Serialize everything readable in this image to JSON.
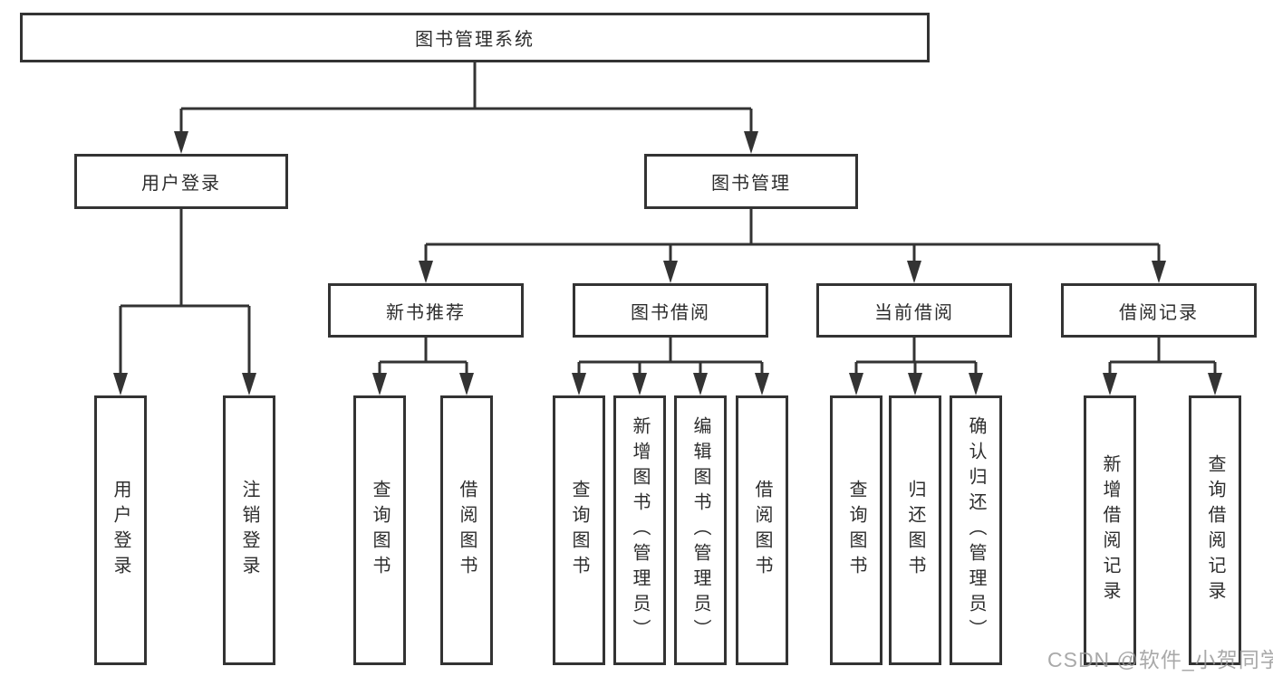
{
  "colors": {
    "line": "#333333",
    "box_border": "#333333",
    "text": "#2d2d2d",
    "watermark": "#969696"
  },
  "diagram": {
    "root": {
      "label": "图书管理系统"
    },
    "branches": [
      {
        "label": "用户登录",
        "leaves": [
          "用户登录",
          "注销登录"
        ]
      },
      {
        "label": "图书管理"
      }
    ],
    "modules": [
      {
        "label": "新书推荐",
        "leaves": [
          "查询图书",
          "借阅图书"
        ]
      },
      {
        "label": "图书借阅",
        "leaves": [
          "查询图书",
          "新增图书（管理员）",
          "编辑图书（管理员）",
          "借阅图书"
        ]
      },
      {
        "label": "当前借阅",
        "leaves": [
          "查询图书",
          "归还图书",
          "确认归还（管理员）"
        ]
      },
      {
        "label": "借阅记录",
        "leaves": [
          "新增借阅记录",
          "查询借阅记录"
        ]
      }
    ]
  },
  "watermark": {
    "text": "CSDN @软件_小贺同学"
  }
}
